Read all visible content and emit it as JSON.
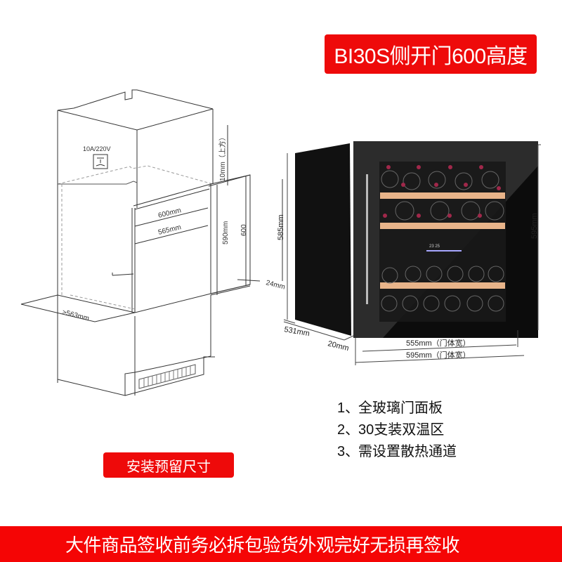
{
  "header": {
    "title": "BI30S侧开门600高度"
  },
  "installation_diagram": {
    "power_label": "10A/220V",
    "dims": {
      "width_outer": "600mm",
      "width_inner": "565mm",
      "height_inner": "590mm",
      "height_outer": "600",
      "top_gap": "10mm（上方）",
      "depth": ">563mm",
      "side_gap": "24mm"
    },
    "badge": "安装预留尺寸"
  },
  "product_diagram": {
    "dims": {
      "height_body": "585mm",
      "height_total": "595mm",
      "depth": "531mm",
      "door_thickness": "20mm",
      "door_width_inner": "555mm（门体宽）",
      "door_width_outer": "595mm（门体宽）"
    },
    "display_readout": "23 25"
  },
  "features": [
    {
      "num": "1、",
      "text": "全玻璃门面板"
    },
    {
      "num": "2、",
      "text": "30支装双温区"
    },
    {
      "num": "3、",
      "text": "需设置散热通道"
    }
  ],
  "footer": {
    "notice": "大件商品签收前务必拆包验货外观完好无损再签收"
  },
  "colors": {
    "accent_red": "#ee0a0a",
    "shelf_wood": "#e8b48a",
    "cabinet_black": "#0c0c0c"
  }
}
